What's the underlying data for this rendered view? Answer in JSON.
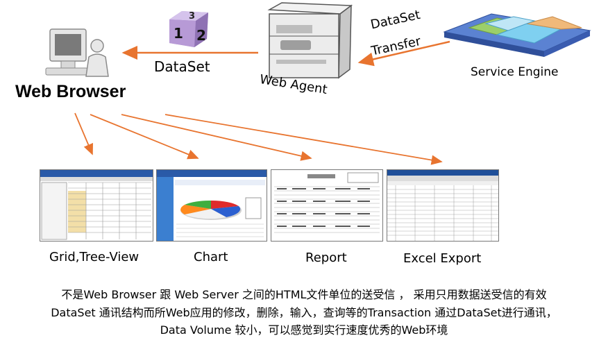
{
  "labels": {
    "web_browser": "Web Browser",
    "dataset": "DataSet",
    "web_agent": "Web Agent",
    "dataset_transfer_1": "DataSet",
    "dataset_transfer_2": "Transfer",
    "service_engine": "Service Engine"
  },
  "cube_digits": [
    "3",
    "1",
    "2"
  ],
  "screenshots": [
    {
      "caption": "Grid,Tree-View",
      "icon": "grid-screenshot"
    },
    {
      "caption": "Chart",
      "icon": "chart-screenshot"
    },
    {
      "caption": "Report",
      "icon": "report-screenshot"
    },
    {
      "caption": "Excel Export",
      "icon": "excel-screenshot"
    }
  ],
  "description": [
    "不是Web Browser 跟 Web Server 之间的HTML文件单位的送受信 ， 采用只用数据送受信的有效",
    "DataSet 通讯结构而所Web应用的修改，删除，输入，查询等的Transaction 通过DataSet进行通讯，",
    "Data Volume 较小，可以感觉到实行速度优秀的Web环境"
  ],
  "colors": {
    "arrow": "#e8742f",
    "cube": "#b79ad6",
    "engine_base": "#3f64c0",
    "engine_top": "#86c9ea"
  }
}
